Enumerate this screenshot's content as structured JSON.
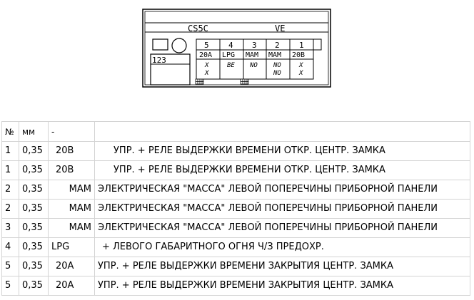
{
  "connector": {
    "label_left": "CS5C",
    "label_right": "VE",
    "slot_id": "123",
    "pins": [
      {
        "number": "5",
        "code": "20A",
        "col": [
          "X",
          "X"
        ]
      },
      {
        "number": "4",
        "code": "LPG",
        "col": [
          "BE",
          ""
        ]
      },
      {
        "number": "3",
        "code": "MAM",
        "col": [
          "NO",
          ""
        ]
      },
      {
        "number": "2",
        "code": "MAM",
        "col": [
          "NO",
          "NO"
        ]
      },
      {
        "number": "1",
        "code": "20B",
        "col": [
          "X",
          "X"
        ]
      }
    ]
  },
  "table": {
    "headers": [
      "№",
      "мм",
      "-",
      ""
    ],
    "rows": [
      {
        "no": "1",
        "mm": "0,35",
        "code": "20B",
        "desc": "УПР. + РЕЛЕ ВЫДЕРЖКИ ВРЕМЕНИ ОТКР. ЦЕНТР. ЗАМКА"
      },
      {
        "no": "1",
        "mm": "0,35",
        "code": "20B",
        "desc": "УПР. + РЕЛЕ ВЫДЕРЖКИ ВРЕМЕНИ ОТКР. ЦЕНТР. ЗАМКА"
      },
      {
        "no": "2",
        "mm": "0,35",
        "code": "MAM",
        "desc": "ЭЛЕКТРИЧЕСКАЯ \"МАССА\" ЛЕВОЙ ПОПЕРЕЧИНЫ ПРИБОРНОЙ ПАНЕЛИ"
      },
      {
        "no": "2",
        "mm": "0,35",
        "code": "MAM",
        "desc": "ЭЛЕКТРИЧЕСКАЯ \"МАССА\" ЛЕВОЙ ПОПЕРЕЧИНЫ ПРИБОРНОЙ ПАНЕЛИ"
      },
      {
        "no": "3",
        "mm": "0,35",
        "code": "MAM",
        "desc": "ЭЛЕКТРИЧЕСКАЯ \"МАССА\" ЛЕВОЙ ПОПЕРЕЧИНЫ ПРИБОРНОЙ ПАНЕЛИ"
      },
      {
        "no": "4",
        "mm": "0,35",
        "code": "LPG",
        "desc": "+ ЛЕВОГО ГАБАРИТНОГО ОГНЯ Ч/З ПРЕДОХР."
      },
      {
        "no": "5",
        "mm": "0,35",
        "code": "20A",
        "desc": "УПР. + РЕЛЕ ВЫДЕРЖКИ ВРЕМЕНИ ЗАКРЫТИЯ ЦЕНТР. ЗАМКА"
      },
      {
        "no": "5",
        "mm": "0,35",
        "code": "20A",
        "desc": "УПР. + РЕЛЕ ВЫДЕРЖКИ ВРЕМЕНИ ЗАКРЫТИЯ ЦЕНТР. ЗАМКА"
      }
    ]
  }
}
